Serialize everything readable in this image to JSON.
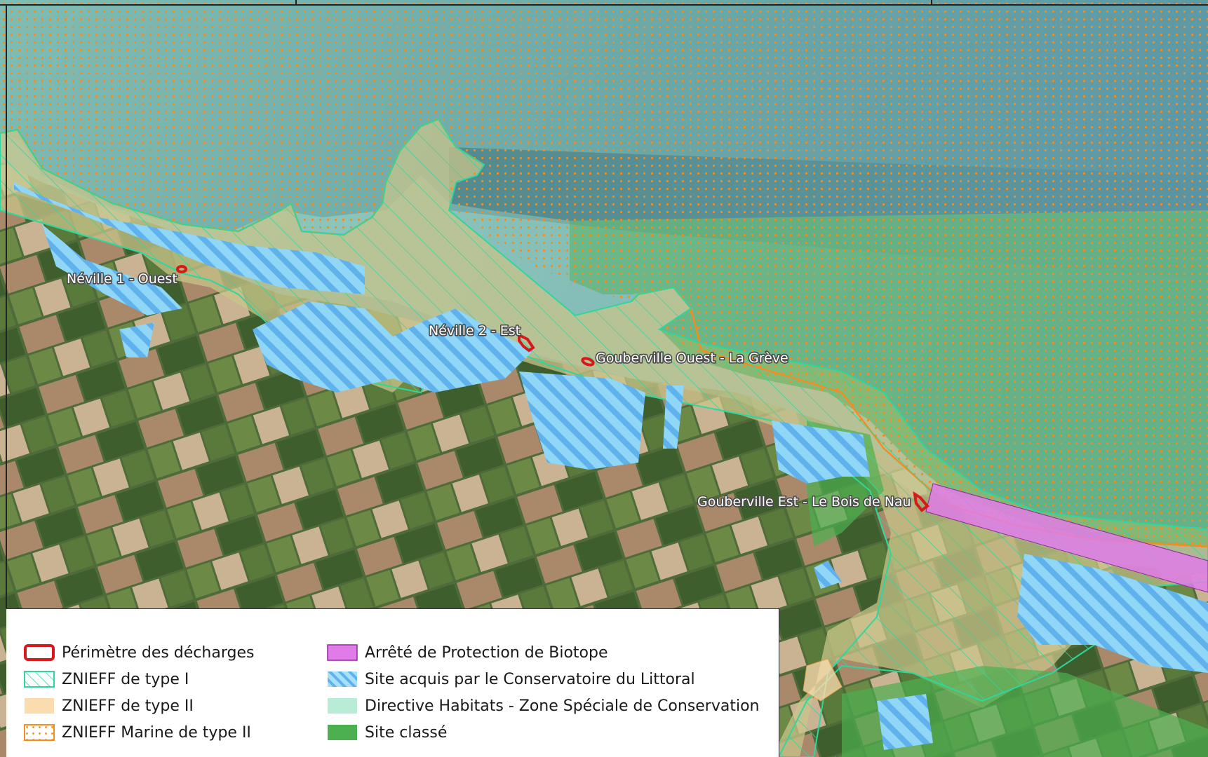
{
  "map": {
    "site_labels": [
      {
        "name": "neville-1-ouest",
        "text": "Néville 1 - Ouest"
      },
      {
        "name": "neville-2-est",
        "text": "Néville 2 - Est"
      },
      {
        "name": "gouberville-ouest",
        "text": "Gouberville Ouest - La Grève"
      },
      {
        "name": "gouberville-est",
        "text": "Gouberville Est - Le Bois de Nau"
      }
    ]
  },
  "legend": {
    "items": [
      {
        "name": "perimetre-decharges",
        "label": "Périmètre des décharges",
        "symbol": "red-outline",
        "color": "#d7191c"
      },
      {
        "name": "znieff-type-1",
        "label": "ZNIEFF de type I",
        "symbol": "green-hatch",
        "color": "#2ed6a0"
      },
      {
        "name": "znieff-type-2",
        "label": "ZNIEFF de type II",
        "symbol": "beige-fill",
        "color": "#fbdcae"
      },
      {
        "name": "znieff-marine-type-2",
        "label": "ZNIEFF Marine de type II",
        "symbol": "orange-dots",
        "color": "#f58c1e"
      },
      {
        "name": "arrete-protection-biotope",
        "label": "Arrêté de Protection de Biotope",
        "symbol": "magenta-fill",
        "color": "#e07be7"
      },
      {
        "name": "site-conservatoire-littoral",
        "label": "Site acquis par le Conservatoire du Littoral",
        "symbol": "blue-hatch",
        "color": "#7fd0f7"
      },
      {
        "name": "directive-habitats-zsc",
        "label": "Directive Habitats - Zone Spéciale de Conservation",
        "symbol": "mint-fill",
        "color": "#b8ecd6"
      },
      {
        "name": "site-classe",
        "label": "Site classé",
        "symbol": "green-fill",
        "color": "#4caf50"
      }
    ]
  }
}
